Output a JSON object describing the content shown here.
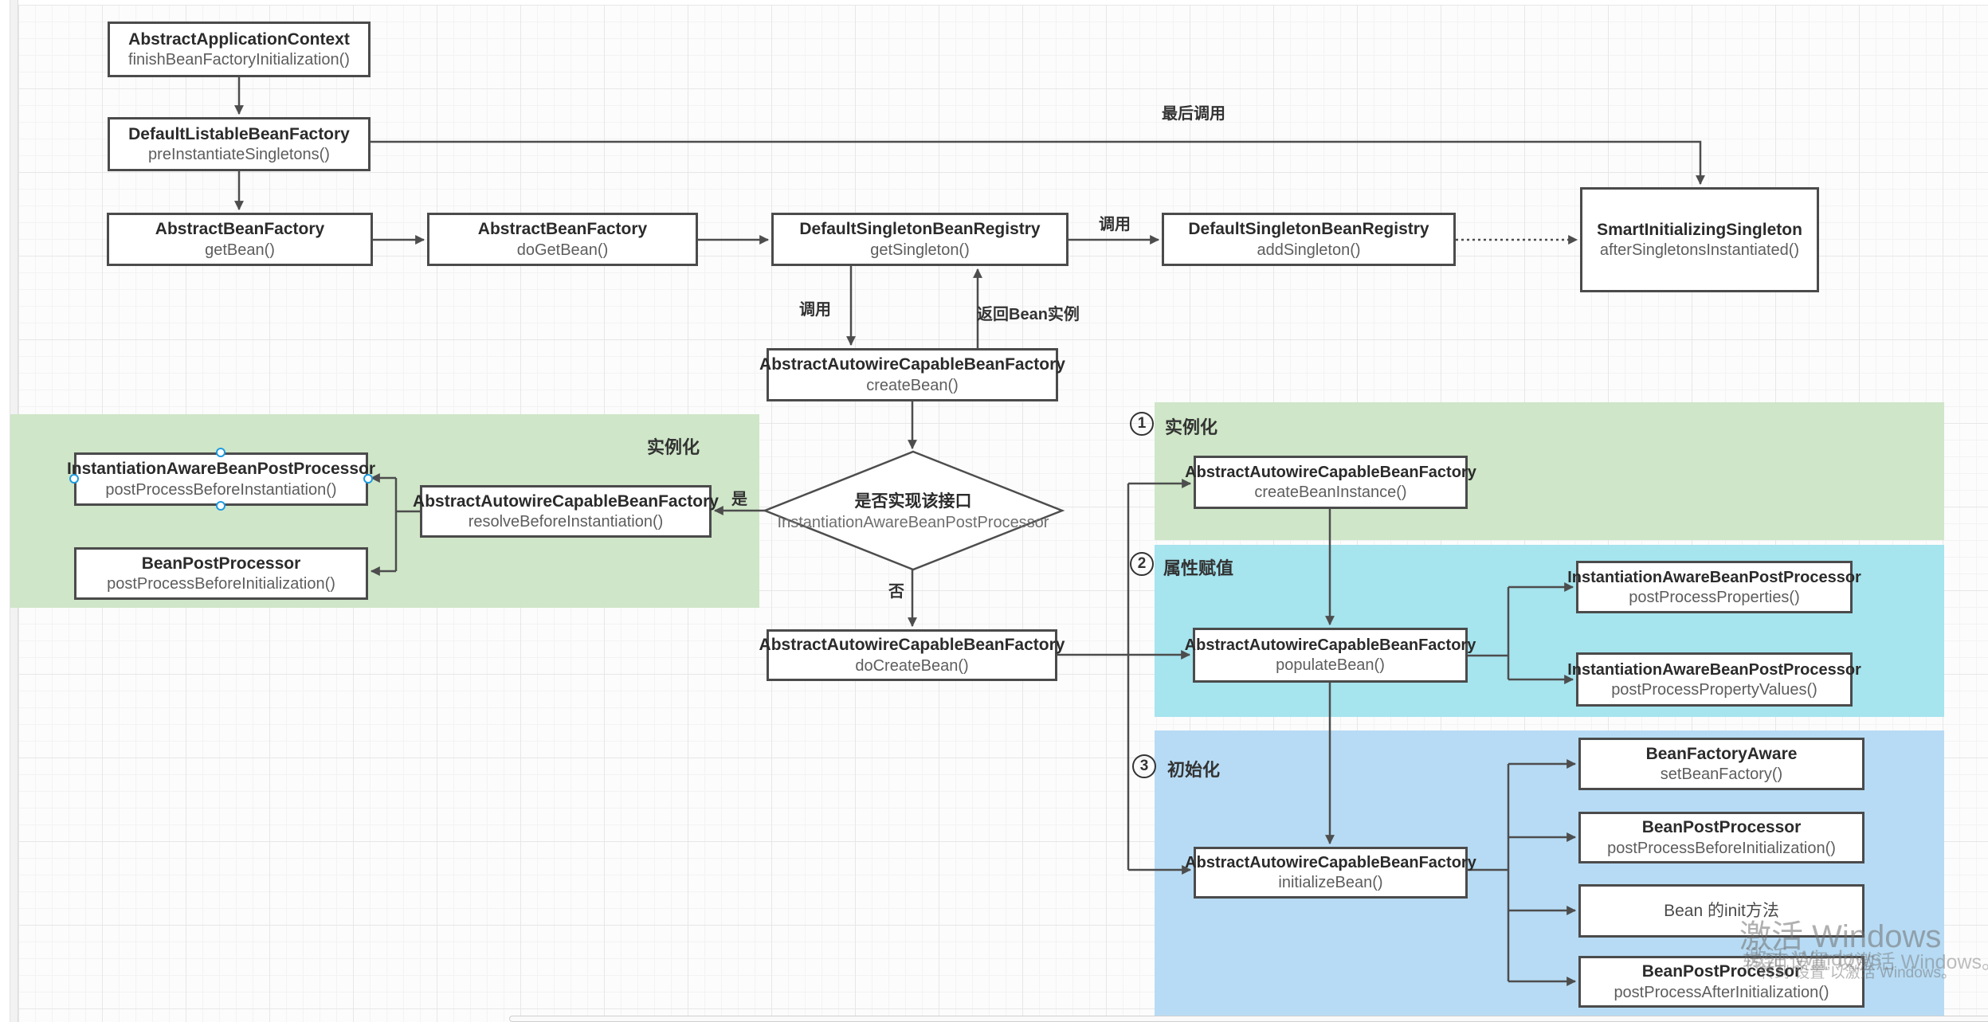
{
  "decision": {
    "line1": "是否实现该接口",
    "line2": "InstantiationAwareBeanPostProcessor"
  },
  "edge_labels": {
    "last_call": "最后调用",
    "call_top": "调用",
    "call_mid": "调用",
    "return_bean": "返回Bean实例",
    "yes": "是",
    "no": "否"
  },
  "regions": [
    {
      "num": "",
      "label": "实例化"
    },
    {
      "num": "1",
      "label": "实例化"
    },
    {
      "num": "2",
      "label": "属性赋值"
    },
    {
      "num": "3",
      "label": "初始化"
    }
  ],
  "nodes": [
    {
      "title": "AbstractApplicationContext",
      "method": "finishBeanFactoryInitialization()"
    },
    {
      "title": "DefaultListableBeanFactory",
      "method": "preInstantiateSingletons()"
    },
    {
      "title": "AbstractBeanFactory",
      "method": "getBean()"
    },
    {
      "title": "AbstractBeanFactory",
      "method": "doGetBean()"
    },
    {
      "title": "DefaultSingletonBeanRegistry",
      "method": "getSingleton()"
    },
    {
      "title": "DefaultSingletonBeanRegistry",
      "method": "addSingleton()"
    },
    {
      "title": "SmartInitializingSingleton",
      "method": "afterSingletonsInstantiated()"
    },
    {
      "title": "AbstractAutowireCapableBeanFactory",
      "method": "createBean()"
    },
    {
      "title": "AbstractAutowireCapableBeanFactory",
      "method": "resolveBeforeInstantiation()"
    },
    {
      "title": "InstantiationAwareBeanPostProcessor",
      "method": "postProcessBeforeInstantiation()"
    },
    {
      "title": "BeanPostProcessor",
      "method": "postProcessBeforeInitialization()"
    },
    {
      "title": "AbstractAutowireCapableBeanFactory",
      "method": "doCreateBean()"
    },
    {
      "title": "AbstractAutowireCapableBeanFactory",
      "method": "createBeanInstance()"
    },
    {
      "title": "AbstractAutowireCapableBeanFactory",
      "method": "populateBean()"
    },
    {
      "title": "InstantiationAwareBeanPostProcessor",
      "method": "postProcessProperties()"
    },
    {
      "title": "InstantiationAwareBeanPostProcessor",
      "method": "postProcessPropertyValues()"
    },
    {
      "title": "AbstractAutowireCapableBeanFactory",
      "method": "initializeBean()"
    },
    {
      "title": "BeanFactoryAware",
      "method": "setBeanFactory()"
    },
    {
      "title": "BeanPostProcessor",
      "method": "postProcessBeforeInitialization()"
    },
    {
      "title": "Bean 的init方法",
      "method": ""
    },
    {
      "title": "BeanPostProcessor",
      "method": "postProcessAfterInitialization()"
    }
  ],
  "watermark": {
    "activate": "激活 Windows",
    "goto_settings": "转到“设置”以激活 Windows。"
  },
  "colors": {
    "region_green": "#cfe6c8",
    "region_cyan": "#a6e4ee",
    "region_blue": "#b7dbf4",
    "line": "#4d4d4d",
    "selection_handle": "#1e9be2"
  }
}
